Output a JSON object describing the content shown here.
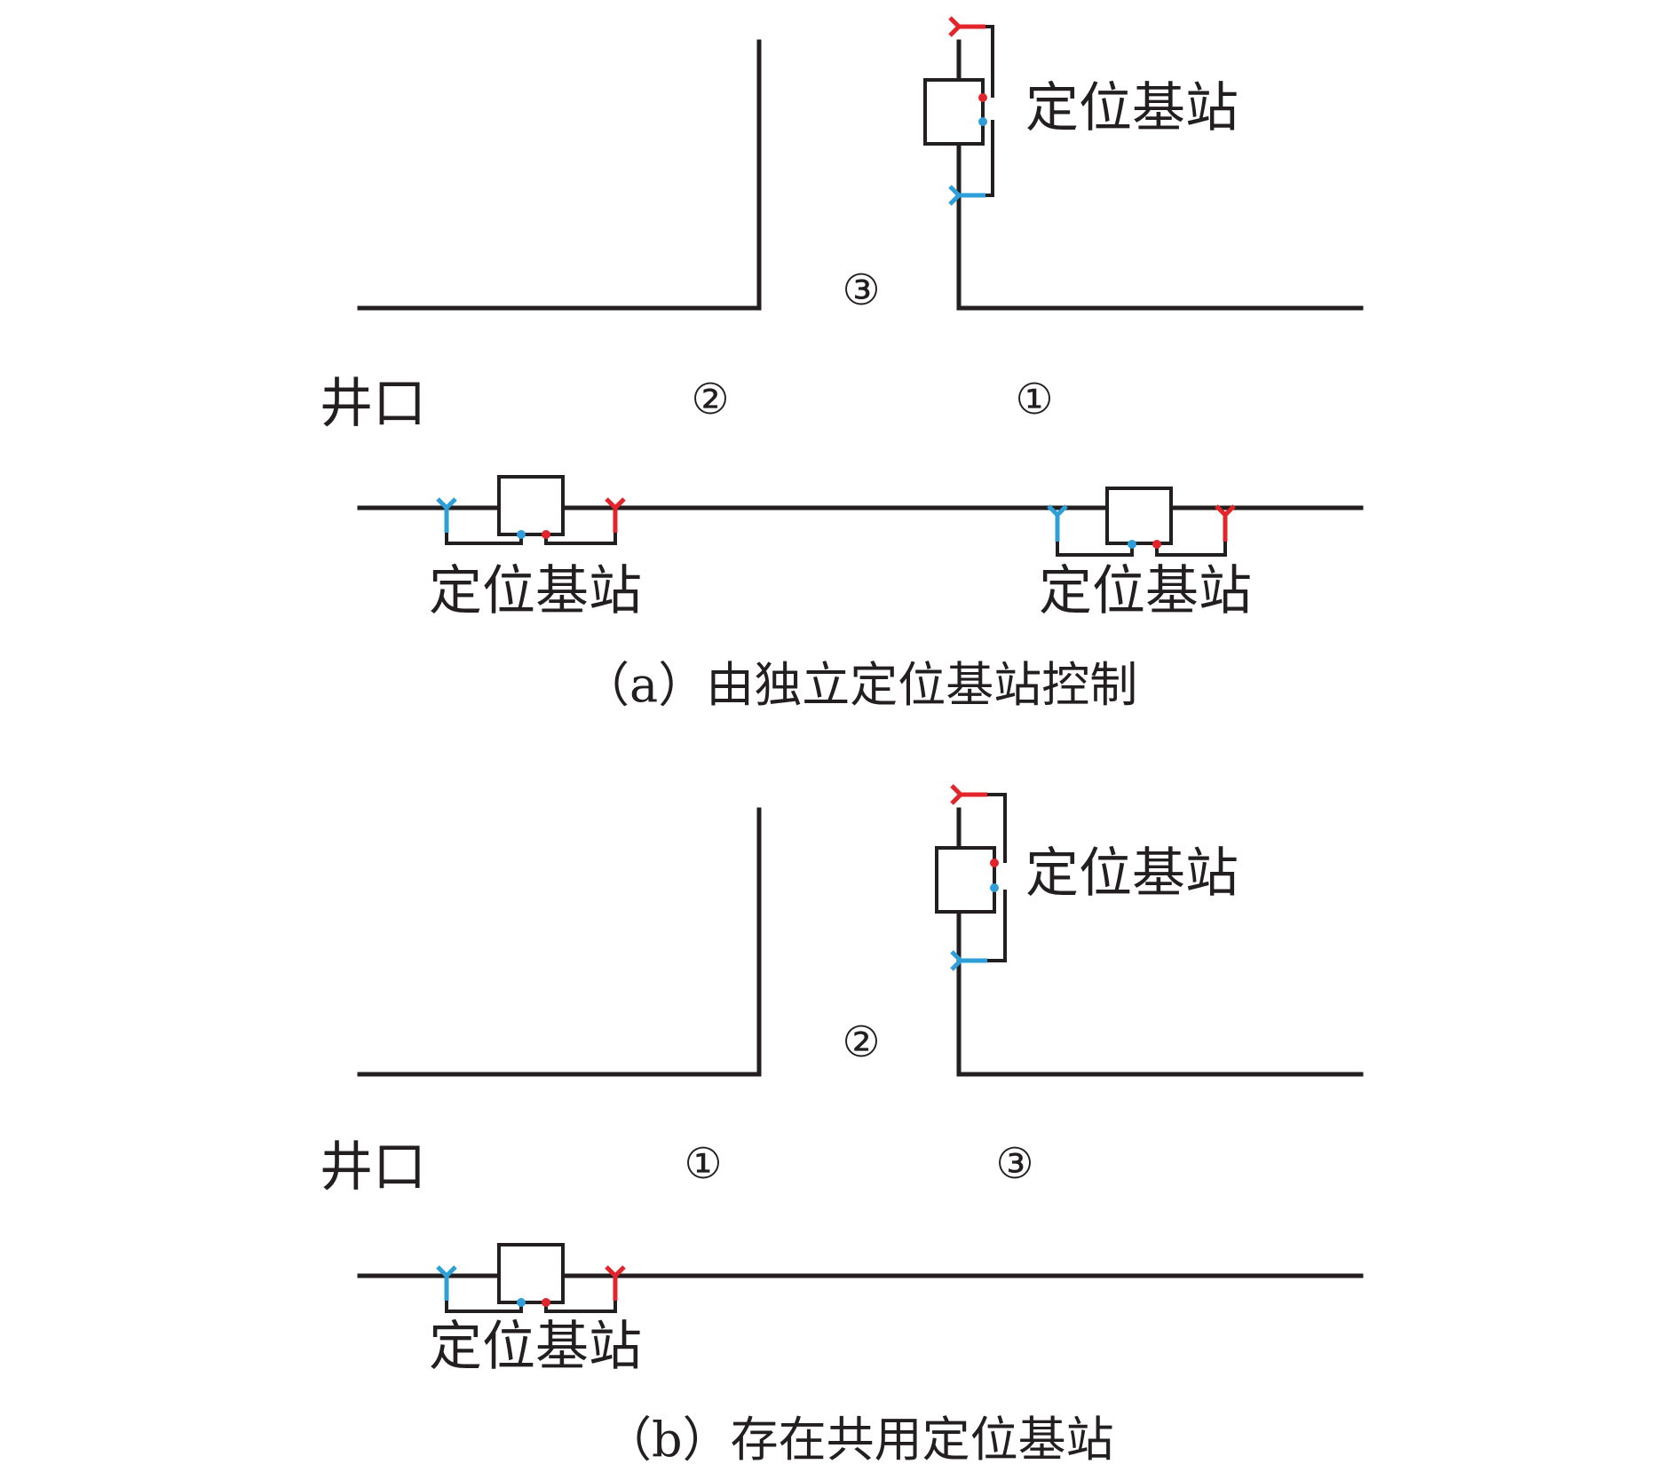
{
  "colors": {
    "line": "#231f20",
    "red_antenna": "#e3242b",
    "blue_antenna": "#2e9fd8"
  },
  "panel_a": {
    "caption": "（a）由独立定位基站控制",
    "shaft_label": "井口",
    "station_labels": [
      "定位基站",
      "定位基站",
      "定位基站"
    ],
    "zone_numbers": [
      "③",
      "②",
      "①"
    ]
  },
  "panel_b": {
    "caption": "（b）存在共用定位基站",
    "shaft_label": "井口",
    "station_labels": [
      "定位基站",
      "定位基站"
    ],
    "zone_numbers": [
      "②",
      "①",
      "③"
    ]
  }
}
